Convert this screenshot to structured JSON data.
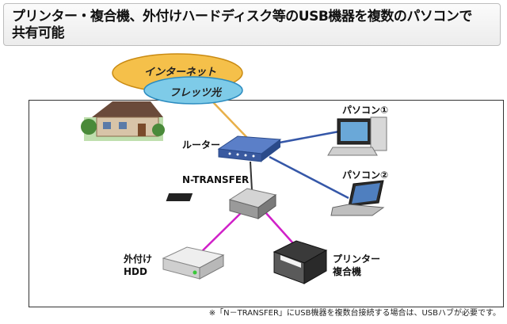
{
  "header": {
    "title_line1": "プリンター・複合機、外付けハードディスク等のUSB機器を複数のパソコンで",
    "title_line2": "共有可能"
  },
  "clouds": {
    "internet": "インターネット",
    "flets": "フレッツ光"
  },
  "devices": {
    "router": "ルーター",
    "ntransfer": "N-TRANSFER",
    "pc1": "パソコン①",
    "pc2": "パソコン②",
    "hdd_line1": "外付け",
    "hdd_line2": "HDD",
    "printer_line1": "プリンター",
    "printer_line2": "複合機"
  },
  "footnote": "※「N－TRANSFER」にUSB機器を複数台接続する場合は、USBハブが必要です。",
  "colors": {
    "internet_cloud": "#f5c04a",
    "flets_cloud": "#7ecbe8",
    "link_router_pc": "#3557a8",
    "link_usb": "#d020c8",
    "link_wan": "#e8b04a",
    "link_lan": "#333333"
  }
}
